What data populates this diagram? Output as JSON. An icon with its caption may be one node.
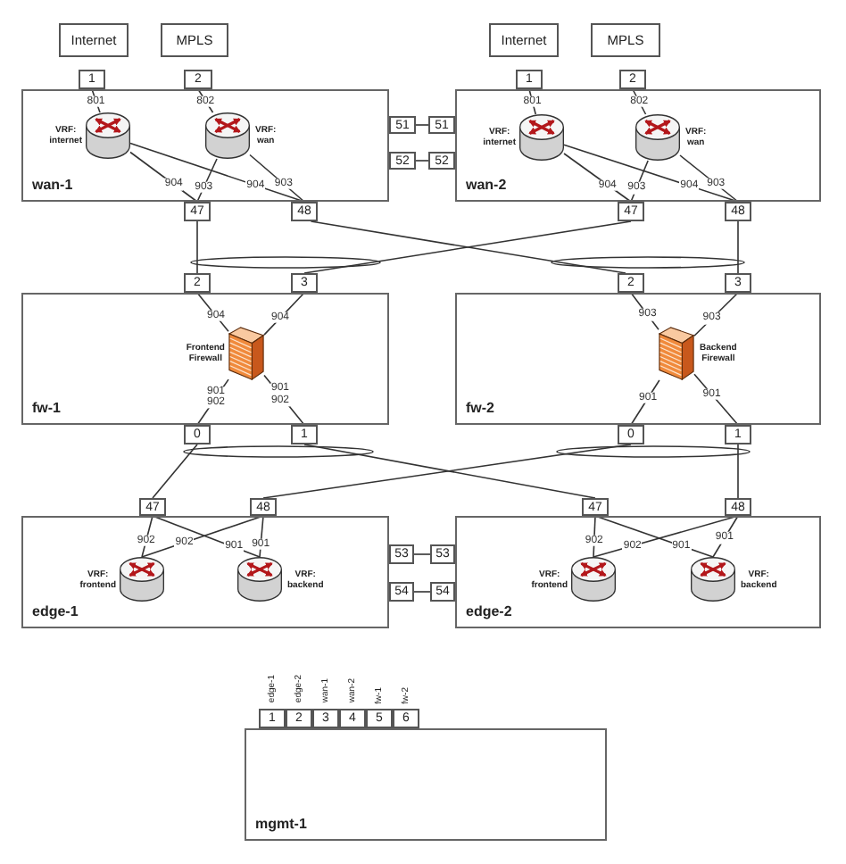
{
  "diagram": {
    "nodes": [
      {
        "text": [
          "Internet"
        ]
      },
      {
        "text": [
          "MPLS"
        ]
      },
      {
        "text": [
          "Internet"
        ]
      },
      {
        "text": [
          "MPLS"
        ]
      },
      {
        "text": [
          "wan-1"
        ]
      },
      {
        "text": [
          "1"
        ]
      },
      {
        "text": [
          "2"
        ]
      },
      {
        "text": [],
        "shape": "cylinder",
        "in": 4,
        "beside": [
          "VRF: internet"
        ]
      },
      {
        "text": [],
        "shape": "cylinder",
        "in": 4,
        "beside": [
          "VRF: wan"
        ]
      },
      {
        "text": [
          "51"
        ]
      },
      {
        "text": [
          "52"
        ]
      },
      {
        "text": [
          "47"
        ]
      },
      {
        "text": [
          "48"
        ]
      },
      {
        "text": [
          "wan-2"
        ]
      },
      {
        "text": [
          "1"
        ]
      },
      {
        "text": [
          "2"
        ]
      },
      {
        "text": [],
        "shape": "cylinder",
        "in": 13,
        "beside": [
          "VRF: internet"
        ]
      },
      {
        "text": [],
        "shape": "cylinder",
        "in": 13,
        "beside": [
          "VRF: wan"
        ]
      },
      {
        "text": [
          "51"
        ]
      },
      {
        "text": [
          "52"
        ]
      },
      {
        "text": [
          "47"
        ]
      },
      {
        "text": [
          "48"
        ]
      },
      {
        "text": [
          "fw-1"
        ]
      },
      {
        "text": [
          "2"
        ]
      },
      {
        "text": [
          "3"
        ]
      },
      {
        "text": [],
        "shape": "box",
        "in": 22,
        "beside": [
          "Frontend Firewall"
        ]
      },
      {
        "text": [
          "0"
        ]
      },
      {
        "text": [
          "1"
        ]
      },
      {
        "text": [
          "fw-2"
        ]
      },
      {
        "text": [
          "2"
        ]
      },
      {
        "text": [
          "3"
        ]
      },
      {
        "text": [],
        "shape": "box",
        "in": 28,
        "beside": [
          "Backend Firewall"
        ]
      },
      {
        "text": [
          "0"
        ]
      },
      {
        "text": [
          "1"
        ]
      },
      {
        "text": [
          "edge-1"
        ]
      },
      {
        "text": [
          "47"
        ]
      },
      {
        "text": [
          "48"
        ]
      },
      {
        "text": [],
        "shape": "cylinder",
        "in": 34,
        "beside": [
          "VRF: frontend"
        ]
      },
      {
        "text": [],
        "shape": "cylinder",
        "in": 34,
        "beside": [
          "VRF: backend"
        ]
      },
      {
        "text": [
          "53"
        ]
      },
      {
        "text": [
          "54"
        ]
      },
      {
        "text": [
          "edge-2"
        ]
      },
      {
        "text": [
          "53"
        ]
      },
      {
        "text": [
          "54"
        ]
      },
      {
        "text": [
          "47"
        ]
      },
      {
        "text": [
          "48"
        ]
      },
      {
        "text": [],
        "shape": "cylinder",
        "in": 41,
        "beside": [
          "VRF: frontend"
        ]
      },
      {
        "text": [],
        "shape": "cylinder",
        "in": 41,
        "beside": [
          "VRF: backend"
        ]
      },
      {
        "text": [
          "mgmt-1"
        ]
      },
      {
        "text": [
          "1"
        ],
        "beside": [
          "edge-1"
        ]
      },
      {
        "text": [
          "2"
        ],
        "beside": [
          "edge-2"
        ]
      },
      {
        "text": [
          "3"
        ],
        "beside": [
          "wan-1"
        ]
      },
      {
        "text": [
          "4"
        ],
        "beside": [
          "wan-2"
        ]
      },
      {
        "text": [
          "5"
        ],
        "beside": [
          "fw-1"
        ]
      },
      {
        "text": [
          "6"
        ],
        "beside": [
          "fw-2"
        ]
      }
    ],
    "edges": [
      {
        "from": 5,
        "to": 7,
        "arrow": "none",
        "label": "801"
      },
      {
        "from": 6,
        "to": 8,
        "arrow": "none",
        "label": "802"
      },
      {
        "from": 7,
        "to": 11,
        "arrow": "none",
        "label": "904"
      },
      {
        "from": 8,
        "to": 11,
        "arrow": "none",
        "label": "903"
      },
      {
        "from": 7,
        "to": 12,
        "arrow": "none",
        "label": "904"
      },
      {
        "from": 8,
        "to": 12,
        "arrow": "none",
        "label": "903"
      },
      {
        "from": 14,
        "to": 16,
        "arrow": "none",
        "label": "801"
      },
      {
        "from": 15,
        "to": 17,
        "arrow": "none",
        "label": "802"
      },
      {
        "from": 16,
        "to": 20,
        "arrow": "none",
        "label": "904"
      },
      {
        "from": 17,
        "to": 20,
        "arrow": "none",
        "label": "903"
      },
      {
        "from": 16,
        "to": 21,
        "arrow": "none",
        "label": "904"
      },
      {
        "from": 17,
        "to": 21,
        "arrow": "none",
        "label": "903"
      },
      {
        "from": 9,
        "to": 18,
        "arrow": "none"
      },
      {
        "from": 10,
        "to": 19,
        "arrow": "none"
      },
      {
        "from": 11,
        "to": 23,
        "arrow": "none"
      },
      {
        "from": 12,
        "to": 29,
        "arrow": "none"
      },
      {
        "from": 20,
        "to": 24,
        "arrow": "none"
      },
      {
        "from": 21,
        "to": 30,
        "arrow": "none"
      },
      {
        "from": 23,
        "to": 25,
        "arrow": "none",
        "label": "904"
      },
      {
        "from": 24,
        "to": 25,
        "arrow": "none",
        "label": "904"
      },
      {
        "from": 25,
        "to": 26,
        "arrow": "none",
        "label": "901 902"
      },
      {
        "from": 25,
        "to": 27,
        "arrow": "none",
        "label": "901 902"
      },
      {
        "from": 29,
        "to": 31,
        "arrow": "none",
        "label": "903"
      },
      {
        "from": 30,
        "to": 31,
        "arrow": "none",
        "label": "903"
      },
      {
        "from": 31,
        "to": 32,
        "arrow": "none",
        "label": "901"
      },
      {
        "from": 31,
        "to": 33,
        "arrow": "none",
        "label": "901"
      },
      {
        "from": 26,
        "to": 35,
        "arrow": "none"
      },
      {
        "from": 27,
        "to": 44,
        "arrow": "none"
      },
      {
        "from": 32,
        "to": 36,
        "arrow": "none"
      },
      {
        "from": 33,
        "to": 45,
        "arrow": "none"
      },
      {
        "from": 35,
        "to": 37,
        "arrow": "none",
        "label": "902"
      },
      {
        "from": 35,
        "to": 38,
        "arrow": "none",
        "label": "901"
      },
      {
        "from": 36,
        "to": 37,
        "arrow": "none",
        "label": "902"
      },
      {
        "from": 36,
        "to": 38,
        "arrow": "none",
        "label": "901"
      },
      {
        "from": 44,
        "to": 46,
        "arrow": "none",
        "label": "902"
      },
      {
        "from": 44,
        "to": 47,
        "arrow": "none",
        "label": "901"
      },
      {
        "from": 45,
        "to": 46,
        "arrow": "none",
        "label": "902"
      },
      {
        "from": 45,
        "to": 47,
        "arrow": "none",
        "label": "901"
      },
      {
        "from": 39,
        "to": 42,
        "arrow": "none"
      },
      {
        "from": 40,
        "to": 43,
        "arrow": "none"
      }
    ]
  }
}
